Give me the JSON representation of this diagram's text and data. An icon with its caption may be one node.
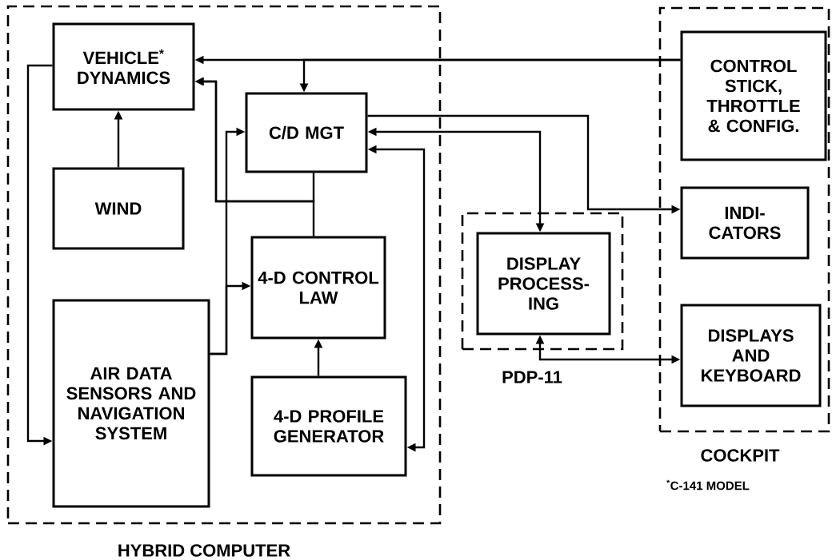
{
  "diagram": {
    "nodes": [
      {
        "text": [
          "HYBRID COMPUTER"
        ]
      },
      {
        "text": [
          "VEHICLE$^{*}$ DYNAMICS"
        ],
        "in": 0
      },
      {
        "text": [
          "C/D MGT"
        ],
        "in": 0
      },
      {
        "text": [
          "WIND"
        ],
        "in": 0
      },
      {
        "text": [
          "4-D CONTROL LAW"
        ],
        "in": 0
      },
      {
        "text": [
          "AIR DATA SENSORS AND NAVIGATION SYSTEM"
        ],
        "in": 0
      },
      {
        "text": [
          "4-D PROFILE GENERATOR"
        ],
        "in": 0
      },
      {
        "text": [
          "PDP-11"
        ]
      },
      {
        "text": [
          "DISPLAY PROCESS- ING"
        ],
        "in": 7
      },
      {
        "text": [
          "COCKPIT"
        ]
      },
      {
        "text": [
          "CONTROL STICK, THROTTLE & CONFIG."
        ],
        "in": 9
      },
      {
        "text": [
          "INDI- CATORS"
        ],
        "in": 9
      },
      {
        "text": [
          "DISPLAYS AND KEYBOARD"
        ],
        "in": 9
      }
    ],
    "edges": [
      {
        "from": 10,
        "to": 1,
        "arrow": "to"
      },
      {
        "from": 10,
        "to": 2,
        "arrow": "to"
      },
      {
        "from": 3,
        "to": 1,
        "arrow": "to"
      },
      {
        "from": 1,
        "to": 5,
        "arrow": "to"
      },
      {
        "from": 2,
        "to": 1,
        "arrow": "to"
      },
      {
        "from": 4,
        "to": 1,
        "arrow": "to"
      },
      {
        "from": 5,
        "to": 4,
        "arrow": "to"
      },
      {
        "from": 5,
        "to": 2,
        "arrow": "to"
      },
      {
        "from": 2,
        "to": 11,
        "arrow": "to"
      },
      {
        "from": 2,
        "to": 8,
        "arrow": "both"
      },
      {
        "from": 2,
        "to": 6,
        "arrow": "both"
      },
      {
        "from": 6,
        "to": 4,
        "arrow": "to"
      },
      {
        "from": 8,
        "to": 12,
        "arrow": "both"
      }
    ],
    "labels": [
      "$^{*}$C-141 MODEL"
    ]
  }
}
